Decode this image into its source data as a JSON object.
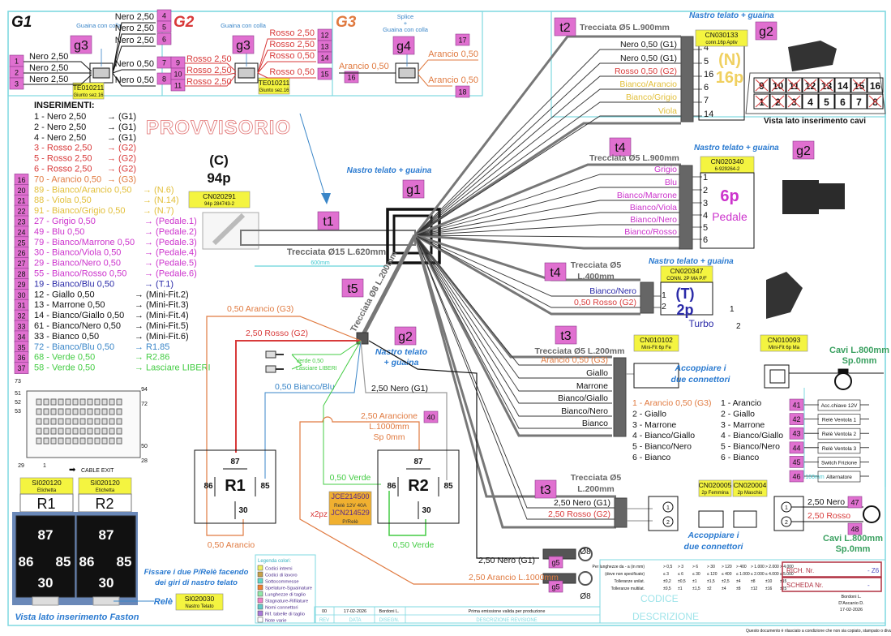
{
  "colors": {
    "frame": "#7fd8e0",
    "nero": "#111111",
    "rosso": "#d83a3a",
    "arancio": "#e07a40",
    "giallo": "#e2bf3a",
    "viola": "#cc33cc",
    "blu_navy": "#2a2aa8",
    "blu": "#3a86c8",
    "verde": "#44cc44",
    "badge": "#e070d0",
    "label": "#f4f440",
    "note_blue": "#2a7ad0",
    "cable_grey": "#777777",
    "verde_scuro": "#3aa060"
  },
  "groups": {
    "g1": {
      "title": "G1",
      "note": "Guaina con colla",
      "tag": "g3",
      "part": "TE010211",
      "part_desc": "Giunto sez.16",
      "left": [
        {
          "n": "1",
          "label": "Nero 2,50"
        },
        {
          "n": "2",
          "label": "Nero 2,50"
        },
        {
          "n": "3",
          "label": "Nero 2,50"
        }
      ],
      "right": [
        {
          "n": "4",
          "label": "Nero 2,50"
        },
        {
          "n": "5",
          "label": "Nero 2,50"
        },
        {
          "n": "6",
          "label": "Nero 2,50"
        },
        {
          "n": "7",
          "label": "Nero 0,50"
        },
        {
          "n": "8",
          "label": "Nero 0,50"
        }
      ]
    },
    "g2": {
      "title": "G2",
      "note": "Guaina con colla",
      "tag": "g3",
      "part": "TE010211",
      "part_desc": "Giunto sez.16",
      "left": [
        {
          "n": "9",
          "label": "Rosso 2,50"
        },
        {
          "n": "10",
          "label": "Rosso 2,50"
        },
        {
          "n": "11",
          "label": "Rosso 2,50"
        }
      ],
      "right": [
        {
          "n": "12",
          "label": "Rosso 2,50"
        },
        {
          "n": "13",
          "label": "Rosso 2,50"
        },
        {
          "n": "14",
          "label": "Rosso 0,50"
        },
        {
          "n": "15",
          "label": "Rosso 0,50"
        }
      ]
    },
    "g3": {
      "title": "G3",
      "note_lines": [
        "Splice",
        "+",
        "Guaina con colla"
      ],
      "tag": "g4",
      "left": [
        {
          "n": "16",
          "label": "Arancio 0,50"
        }
      ],
      "right": [
        {
          "n": "17",
          "label": "Arancio 0,50"
        },
        {
          "n": "18",
          "label": "Arancio 0,50"
        }
      ]
    }
  },
  "watermark": "PROVVISORIO",
  "inserimenti": {
    "title": "INSERIMENTI:",
    "items": [
      {
        "badge": "",
        "text": "1 - Nero 2,50",
        "dest": "→ (G1)",
        "color": "nero"
      },
      {
        "badge": "",
        "text": "2 - Nero 2,50",
        "dest": "→ (G1)",
        "color": "nero"
      },
      {
        "badge": "",
        "text": "4 - Nero 2,50",
        "dest": "→ (G1)",
        "color": "nero"
      },
      {
        "badge": "",
        "text": "3 - Rosso 2,50",
        "dest": "→ (G2)",
        "color": "rosso"
      },
      {
        "badge": "",
        "text": "5 - Rosso 2,50",
        "dest": "→ (G2)",
        "color": "rosso"
      },
      {
        "badge": "",
        "text": "6 - Rosso 2,50",
        "dest": "→ (G2)",
        "color": "rosso"
      },
      {
        "badge": "16",
        "text": "70 - Arancio 0,50",
        "dest": "→ (G3)",
        "color": "arancio"
      },
      {
        "badge": "20",
        "text": "89 - Bianco/Arancio 0,50",
        "dest": "→ (N.6)",
        "color": "giallo"
      },
      {
        "badge": "21",
        "text": "88 - Viola 0,50",
        "dest": "→ (N.14)",
        "color": "giallo"
      },
      {
        "badge": "22",
        "text": "91 - Bianco/Grigio 0,50",
        "dest": "→ (N.7)",
        "color": "giallo"
      },
      {
        "badge": "23",
        "text": "27 - Grigio 0,50",
        "dest": "→ (Pedale.1)",
        "color": "viola"
      },
      {
        "badge": "24",
        "text": "49 - Blu 0,50",
        "dest": "→ (Pedale.2)",
        "color": "viola"
      },
      {
        "badge": "25",
        "text": "79 - Bianco/Marrone 0,50",
        "dest": "→ (Pedale.3)",
        "color": "viola"
      },
      {
        "badge": "26",
        "text": "30 - Bianco/Viola 0,50",
        "dest": "→ (Pedale.4)",
        "color": "viola"
      },
      {
        "badge": "27",
        "text": "29 - Bianco/Nero 0,50",
        "dest": "→ (Pedale.5)",
        "color": "viola"
      },
      {
        "badge": "28",
        "text": "55 - Bianco/Rosso 0,50",
        "dest": "→ (Pedale.6)",
        "color": "viola"
      },
      {
        "badge": "29",
        "text": "19 - Bianco/Blu 0,50",
        "dest": "→ (T.1)",
        "color": "blu_navy"
      },
      {
        "badge": "30",
        "text": "12 - Giallo 0,50",
        "dest": "→ (Mini-Fit.2)",
        "color": "nero"
      },
      {
        "badge": "31",
        "text": "13 - Marrone 0,50",
        "dest": "→ (Mini-Fit.3)",
        "color": "nero"
      },
      {
        "badge": "32",
        "text": "14 - Bianco/Giallo 0,50",
        "dest": "→ (Mini-Fit.4)",
        "color": "nero"
      },
      {
        "badge": "33",
        "text": "61 - Bianco/Nero 0,50",
        "dest": "→ (Mini-Fit.5)",
        "color": "nero"
      },
      {
        "badge": "34",
        "text": "33 - Bianco 0,50",
        "dest": "→ (Mini-Fit.6)",
        "color": "nero"
      },
      {
        "badge": "35",
        "text": "72 - Bianco/Blu 0,50",
        "dest": "→ R1.85",
        "color": "blu"
      },
      {
        "badge": "36",
        "text": "68 - Verde 0,50",
        "dest": "→ R2.86",
        "color": "verde"
      },
      {
        "badge": "37",
        "text": "58 - Verde 0,50",
        "dest": "→ Lasciare LIBERI",
        "color": "verde"
      }
    ]
  },
  "main_connector": {
    "ref": "(C)",
    "pins": "94p",
    "code": "CN020291",
    "desc": "94p 284743-2"
  },
  "trunk": {
    "tag": "t1",
    "cable": "Trecciata Ø15 L.620mm",
    "dimension": "600mm",
    "tape_note": "Nastro telato + guaina",
    "tape_tag": "g1"
  },
  "ecu_pins": [
    "73",
    "51",
    "52",
    "53",
    "94",
    "72",
    "50",
    "28",
    "29",
    "1"
  ],
  "cable_exit": "CABLE EXIT",
  "t2": {
    "tag": "t2",
    "cable": "Trecciata Ø5 L.900mm",
    "tape_note": "Nastro telato + guaina",
    "tape_tag": "g2",
    "code": "CN030133",
    "desc": "conn.16p Aptiv",
    "ref": "(N)",
    "pins_count": "16p",
    "wires": [
      {
        "label": "Nero 0,50 (G1)",
        "pin": "4",
        "color": "nero"
      },
      {
        "label": "Nero 0,50 (G1)",
        "pin": "5",
        "color": "nero"
      },
      {
        "label": "Rosso 0,50 (G2)",
        "pin": "16",
        "color": "rosso"
      },
      {
        "label": "Bianco/Arancio",
        "pin": "6",
        "color": "giallo"
      },
      {
        "label": "Bianco/Grigio",
        "pin": "7",
        "color": "giallo"
      },
      {
        "label": "Viola",
        "pin": "14",
        "color": "giallo"
      }
    ],
    "grid_top": [
      {
        "n": "9",
        "x": true
      },
      {
        "n": "10",
        "x": true
      },
      {
        "n": "11",
        "x": true
      },
      {
        "n": "12",
        "x": true
      },
      {
        "n": "13",
        "x": true
      },
      {
        "n": "14",
        "x": false
      },
      {
        "n": "15",
        "x": true
      },
      {
        "n": "16",
        "x": false
      }
    ],
    "grid_bottom": [
      {
        "n": "1",
        "x": true
      },
      {
        "n": "2",
        "x": true
      },
      {
        "n": "3",
        "x": true
      },
      {
        "n": "4",
        "x": false
      },
      {
        "n": "5",
        "x": false
      },
      {
        "n": "6",
        "x": false
      },
      {
        "n": "7",
        "x": false
      },
      {
        "n": "8",
        "x": true
      }
    ],
    "view_note": "Vista lato inserimento cavi"
  },
  "t4_pedale": {
    "tag": "t4",
    "cable": "Trecciata Ø5 L.900mm",
    "tape_note": "Nastro telato + guaina",
    "tape_tag": "g2",
    "code": "CN020340",
    "desc": "6-929264-2",
    "pins_count": "6p",
    "name": "Pedale",
    "wires": [
      {
        "label": "Grigio",
        "pin": "1"
      },
      {
        "label": "Blu",
        "pin": "2"
      },
      {
        "label": "Bianco/Marrone",
        "pin": "3"
      },
      {
        "label": "Bianco/Viola",
        "pin": "4"
      },
      {
        "label": "Bianco/Nero",
        "pin": "5"
      },
      {
        "label": "Bianco/Rosso",
        "pin": "6"
      }
    ]
  },
  "t4_turbo": {
    "tag": "t4",
    "cable_l1": "Trecciata Ø5",
    "cable_l2": "L.400mm",
    "tape_note": "Nastro telato + guaina",
    "code": "CN020347",
    "desc": "CONN. 2P MA P/F",
    "ref": "(T)",
    "pins_count": "2p",
    "name": "Turbo",
    "wires": [
      {
        "label": "Bianco/Nero",
        "pin": "1",
        "color": "blu_navy"
      },
      {
        "label": "0,50 Rosso (G2)",
        "pin": "2",
        "color": "rosso"
      }
    ],
    "photo_pins": [
      "1",
      "2"
    ]
  },
  "t3_minifit": {
    "tag": "t3",
    "cable": "Trecciata Ø5 L.200mm",
    "wires": [
      {
        "label": "Arancio 0,50 (G3)",
        "color": "arancio"
      },
      {
        "label": "Giallo",
        "color": "nero"
      },
      {
        "label": "Marrone",
        "color": "nero"
      },
      {
        "label": "Bianco/Giallo",
        "color": "nero"
      },
      {
        "label": "Bianco/Nero",
        "color": "nero"
      },
      {
        "label": "Bianco",
        "color": "nero"
      }
    ],
    "female": {
      "code": "CN010102",
      "desc": "Mini-Fit 6p Fe"
    },
    "male": {
      "code": "CN010093",
      "desc": "Mini-Fit 6p Ma"
    },
    "couple_note_l1": "Accoppiare i",
    "couple_note_l2": "due connettori",
    "cable_note_l1": "Cavi L.800mm",
    "cable_note_l2": "Sp.0mm",
    "pinout_female": [
      {
        "text": "1 - Arancio 0,50 (G3)",
        "color": "arancio"
      },
      {
        "text": "2 - Giallo",
        "color": "nero"
      },
      {
        "text": "3 - Marrone",
        "color": "nero"
      },
      {
        "text": "4 - Bianco/Giallo",
        "color": "nero"
      },
      {
        "text": "5 - Bianco/Nero",
        "color": "nero"
      },
      {
        "text": "6 - Bianco",
        "color": "nero"
      }
    ],
    "pinout_male": [
      "1 - Arancio",
      "2 - Giallo",
      "3 - Marrone",
      "4 - Bianco/Giallo",
      "5 - Bianco/Nero",
      "6 - Bianco"
    ],
    "outputs": [
      {
        "n": "41",
        "label": "Acc.chiave 12V"
      },
      {
        "n": "42",
        "label": "Relè Ventola 1"
      },
      {
        "n": "43",
        "label": "Relè Ventola 2"
      },
      {
        "n": "44",
        "label": "Relè Ventola 3"
      },
      {
        "n": "45",
        "label": "Switch Frizione"
      },
      {
        "n": "46",
        "label": "Alternatore"
      }
    ]
  },
  "t3_power": {
    "tag": "t3",
    "cable_l1": "Trecciata Ø5",
    "cable_l2": "L.200mm",
    "wires": [
      {
        "label": "2,50 Nero (G1)",
        "color": "nero"
      },
      {
        "label": "2,50 Rosso (G2)",
        "color": "rosso"
      }
    ],
    "female": {
      "code": "CN020005",
      "desc": "2p Femmina"
    },
    "male": {
      "code": "CN020004",
      "desc": "2p Maschio"
    },
    "couple_note_l1": "Accoppiare i",
    "couple_note_l2": "due connettori",
    "dimension": "100mm",
    "out_nero": {
      "label": "2,50 Nero",
      "n": "47"
    },
    "out_rosso": {
      "label": "2,50 Rosso",
      "n": "48"
    },
    "cable_note_l1": "Cavi L.800mm",
    "cable_note_l2": "Sp.0mm",
    "pin1": "1",
    "pin2": "2"
  },
  "t5": {
    "tag": "t5",
    "cable": "Trecciata Ø8 L.200mm",
    "tape_tag": "g2",
    "tape_note_l1": "Nastro telato",
    "tape_note_l2": "+ guaina"
  },
  "relays": {
    "r1": {
      "name": "R1",
      "p87": "87",
      "p86": "86",
      "p85": "85",
      "p30": "30"
    },
    "r2": {
      "name": "R2",
      "p87": "87",
      "p86": "86",
      "p85": "85",
      "p30": "30"
    },
    "wires": {
      "arancio_g3": "0,50 Arancio (G3)",
      "rosso_g2": "2,50 Rosso (G2)",
      "bianco_blu": "0,50 Bianco/Blu",
      "nero_g1": "2,50 Nero (G1)",
      "verde": "0,50 Verde",
      "verde_loop": "0,50 Verde",
      "arancio_loop": "0,50 Arancio",
      "free_l1": "Verde 0,50",
      "free_l2": "Lasciare LIBERI",
      "arancione_l1": "2,50 Arancione",
      "arancione_l2": "L.1000mm",
      "arancione_l3": "Sp 0mm",
      "arancione_n": "40"
    },
    "part": {
      "l1": "JCE214500",
      "l2": "Relè 12V 40A",
      "l3": "JCN214529",
      "l4": "P/Relè",
      "qty": "x2pz"
    },
    "labels": [
      {
        "code": "SI020120",
        "desc": "Etichetta",
        "text": "R1"
      },
      {
        "code": "SI020120",
        "desc": "Etichetta",
        "text": "R2"
      }
    ],
    "photo_pins": [
      "87",
      "86",
      "85",
      "30"
    ],
    "photo_caption": "Vista lato inserimento Faston",
    "fix_note_l1": "Fissare i due P/Relè facendo",
    "fix_note_l2": "dei giri di nastro telato",
    "rele_label": "Relè",
    "tape": {
      "code": "SI020030",
      "desc": "Nastro Telato"
    }
  },
  "ground": {
    "nero": "2,50 Nero (G1)",
    "arancio": "2,50 Arancio L.1000mm",
    "tag": "g5",
    "size": "Ø8"
  },
  "legend": {
    "title": "Legenda colori:",
    "items": [
      {
        "label": "Codici interni",
        "color": "#eef060"
      },
      {
        "label": "Codici di lavoro",
        "color": "#c8a048"
      },
      {
        "label": "Sottocommesse",
        "color": "#60d8c8"
      },
      {
        "label": "Spelature-Sguainature",
        "color": "#f08030"
      },
      {
        "label": "Lunghezze di taglio",
        "color": "#90e8a8"
      },
      {
        "label": "Stagnature-Rifilature",
        "color": "#f080c8"
      },
      {
        "label": "Nomi connettori",
        "color": "#60c8c8"
      },
      {
        "label": "Rif. tabelle di taglio",
        "color": "#a878d8"
      },
      {
        "label": "Note varie",
        "color": "#ffffff"
      }
    ]
  },
  "title_block": {
    "rev_row": [
      "00",
      "17-02-2026",
      "Bordoni L.",
      "Prima emissione valida per produzione"
    ],
    "rev_header": [
      "REV",
      "DATA",
      "DISEGN.",
      "DESCRIZIONE REVISIONE"
    ],
    "tolerances": [
      [
        "Per lunghezze da - a (in mm)",
        "> 0,5",
        "> 3",
        "> 6",
        "> 30",
        "> 120",
        "> 400",
        "> 1.000",
        "> 2.000",
        "> 4.000"
      ],
      [
        "(dove non specificato)",
        "≤ 3",
        "≤ 6",
        "≤ 30",
        "≤ 120",
        "≤ 400",
        "≤ 1.000",
        "≤ 2.000",
        "≤ 4.000",
        "≤ 5.000"
      ],
      [
        "Tolleranze unilat.",
        "±0,2",
        "±0,5",
        "±1",
        "±1,5",
        "±2,5",
        "±4",
        "±8",
        "±10",
        "±15"
      ],
      [
        "Tolleranze multilat.",
        "±0,5",
        "±1",
        "±1,5",
        "±2",
        "±4",
        "±8",
        "±12",
        "±16",
        "±25"
      ]
    ],
    "rich_label": "RICH. Nr.",
    "rich_value": "- Z6",
    "scheda_label": "SCHEDA Nr.",
    "scheda_value": "-",
    "codice_label": "CODICE",
    "descrizione_label": "DESCRIZIONE",
    "people": [
      "Bordoni L.",
      "D'Ascanio D.",
      "17-02-2026"
    ],
    "footer": "Questo documento è rilasciato a condizione che non sia copiato, stampato o divulgato senza il consenso scritto da parte di Ascari srl"
  }
}
